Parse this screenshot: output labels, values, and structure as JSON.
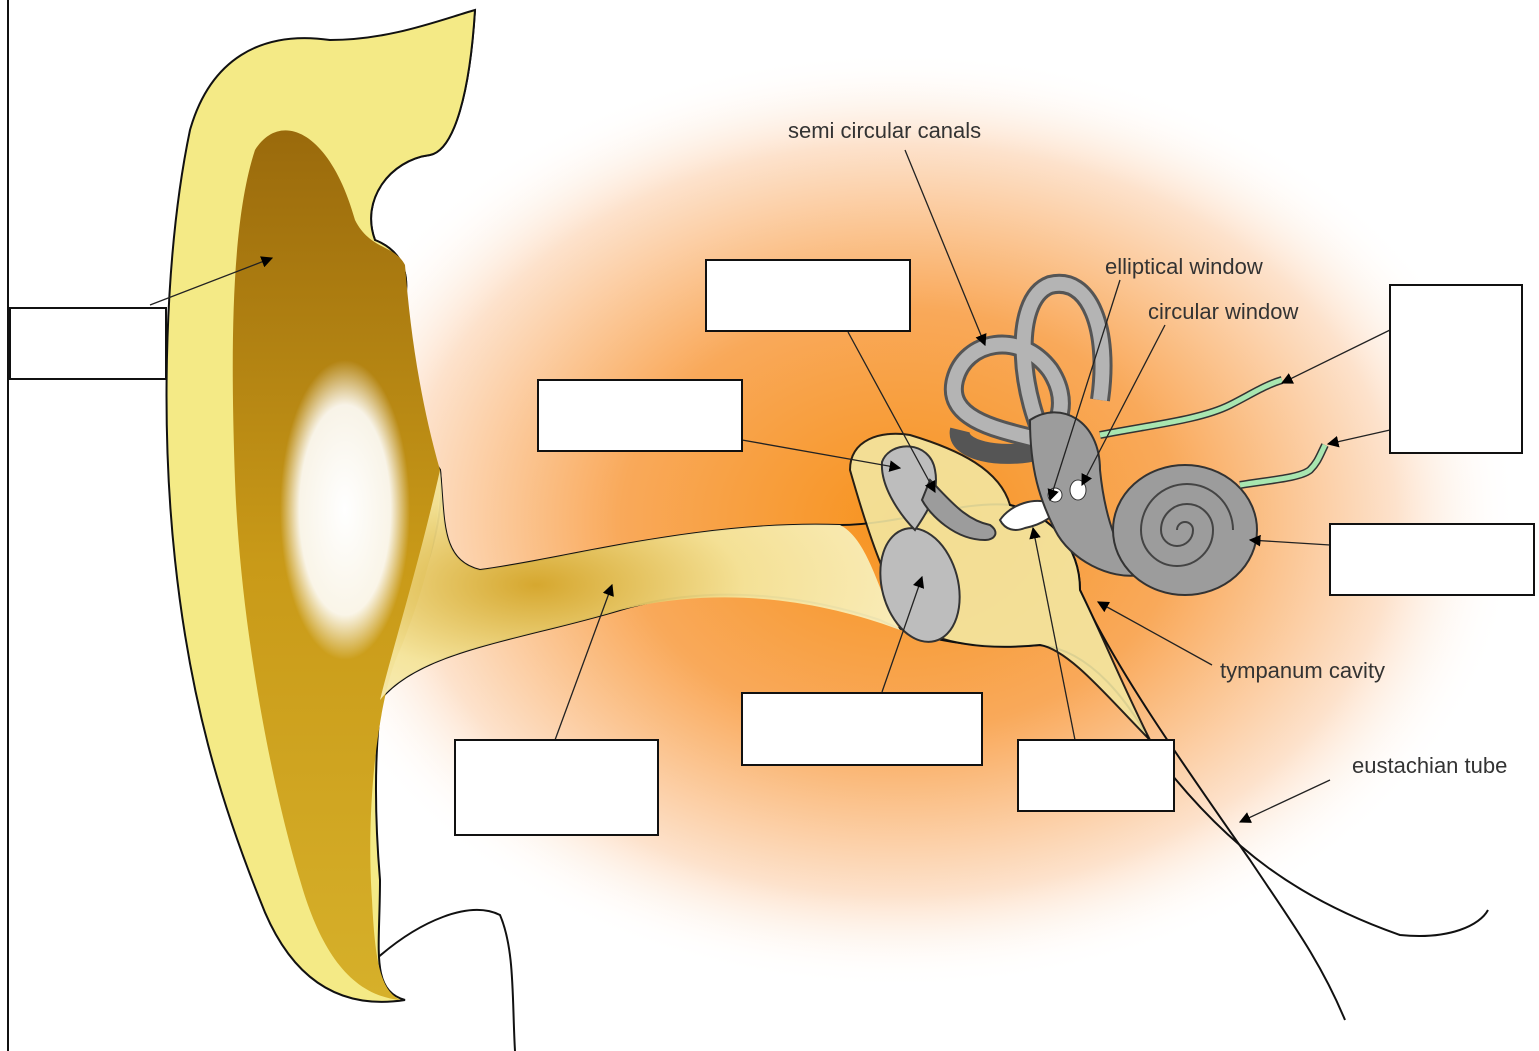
{
  "labels": {
    "semi_circular_canals": "semi circular canals",
    "elliptical_window": "elliptical window",
    "circular_window": "circular window",
    "tympanum_cavity": "tympanum cavity",
    "eustachian_tube": "eustachian tube"
  },
  "blank_boxes": [
    {
      "id": "pinna"
    },
    {
      "id": "stapes-bone"
    },
    {
      "id": "malleus-bone"
    },
    {
      "id": "auditory-nerve"
    },
    {
      "id": "cochlea"
    },
    {
      "id": "ear-canal"
    },
    {
      "id": "eardrum"
    },
    {
      "id": "incus-bone"
    }
  ],
  "colors": {
    "pinna_outer": "#f4ea86",
    "pinna_inner": "#a8760e",
    "head_tissue": "#f7931e",
    "inner_ear": "#9c9c9c",
    "nerve": "#a8e6b0"
  }
}
